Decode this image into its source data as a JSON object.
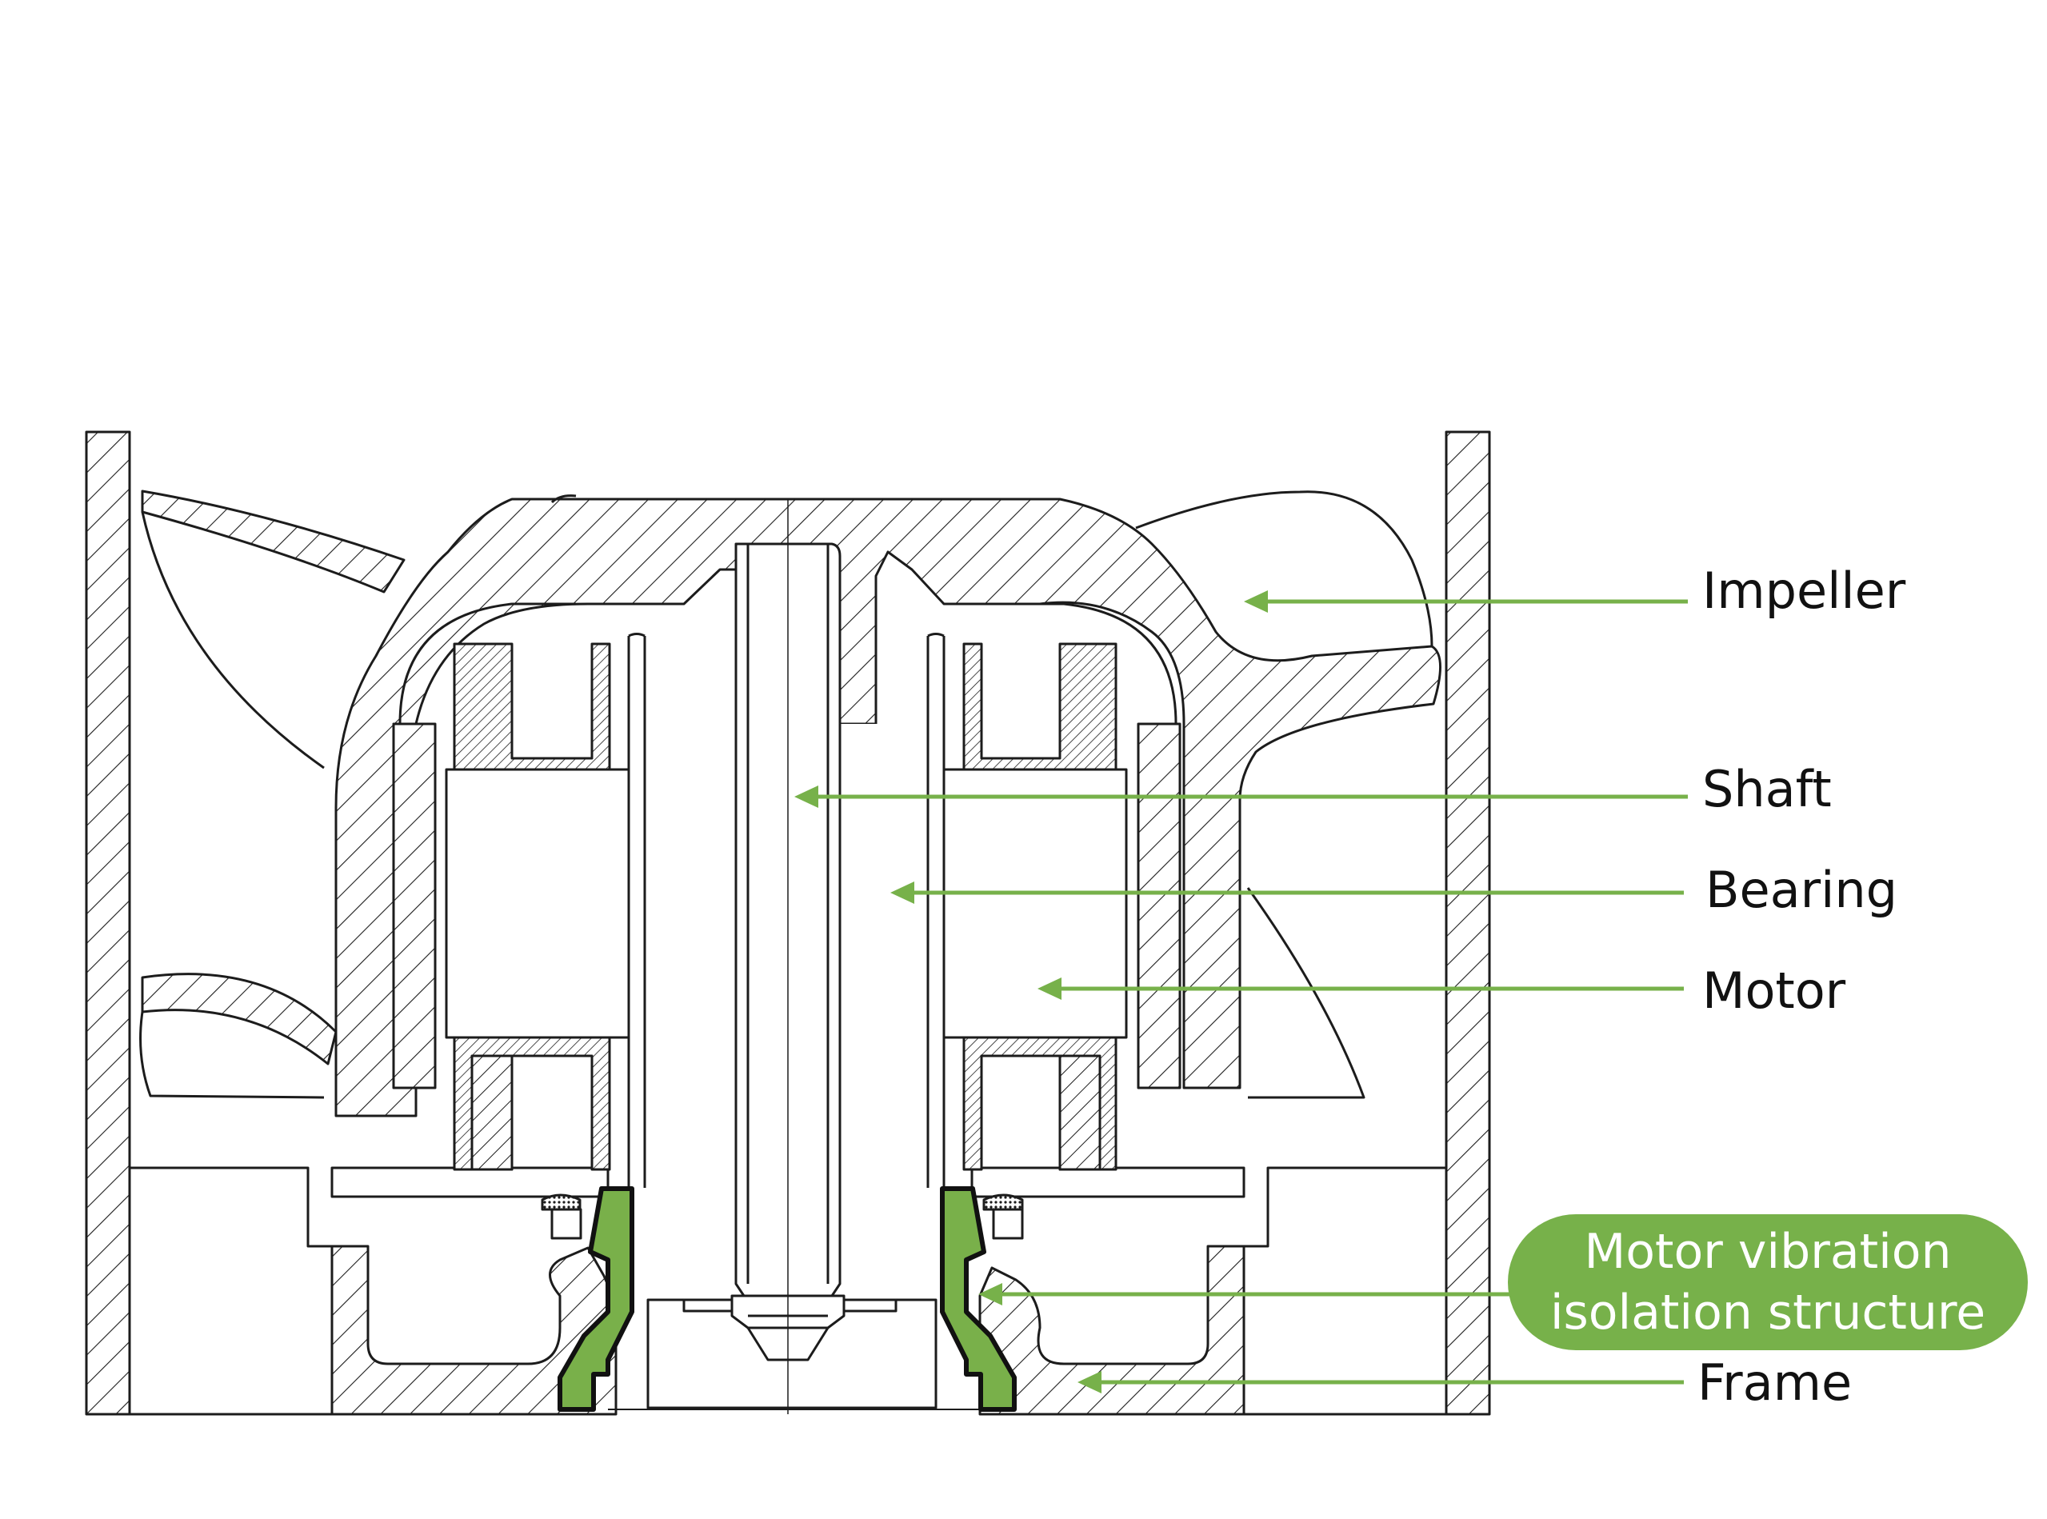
{
  "colors": {
    "accent_green": "#77b14a",
    "damper_green": "#79b04a",
    "line": "#1c1c1c"
  },
  "labels": {
    "impeller": "Impeller",
    "shaft": "Shaft",
    "bearing": "Bearing",
    "motor": "Motor",
    "isolation_line1": "Motor vibration",
    "isolation_line2": "isolation structure",
    "frame": "Frame"
  }
}
